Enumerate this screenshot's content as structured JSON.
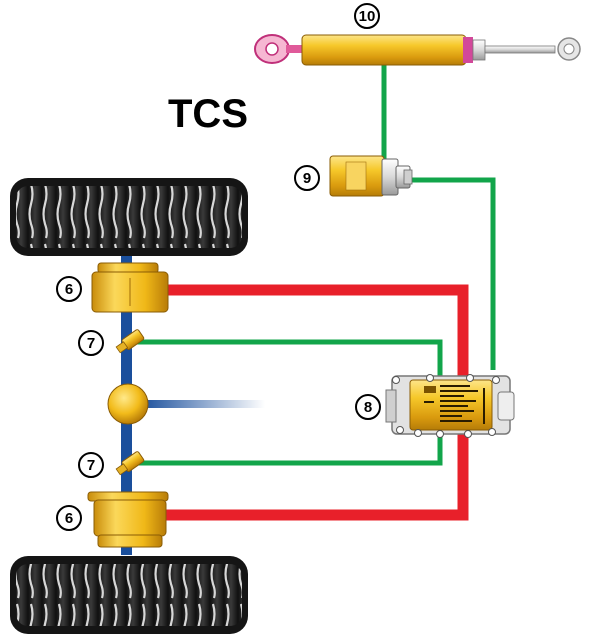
{
  "title": "TCS",
  "callouts": {
    "cylinder": "10",
    "sensor": "9",
    "control_unit": "8",
    "valve_upper": "7",
    "valve_lower": "7",
    "brake_upper": "6",
    "brake_lower": "6"
  },
  "colors": {
    "hydraulic_line": "#e8202a",
    "signal_line": "#12a54a",
    "axle": "#1a4f9c",
    "component_gold": "#f0c020",
    "tire": "#1c1c1c",
    "callout_border": "#000000"
  }
}
